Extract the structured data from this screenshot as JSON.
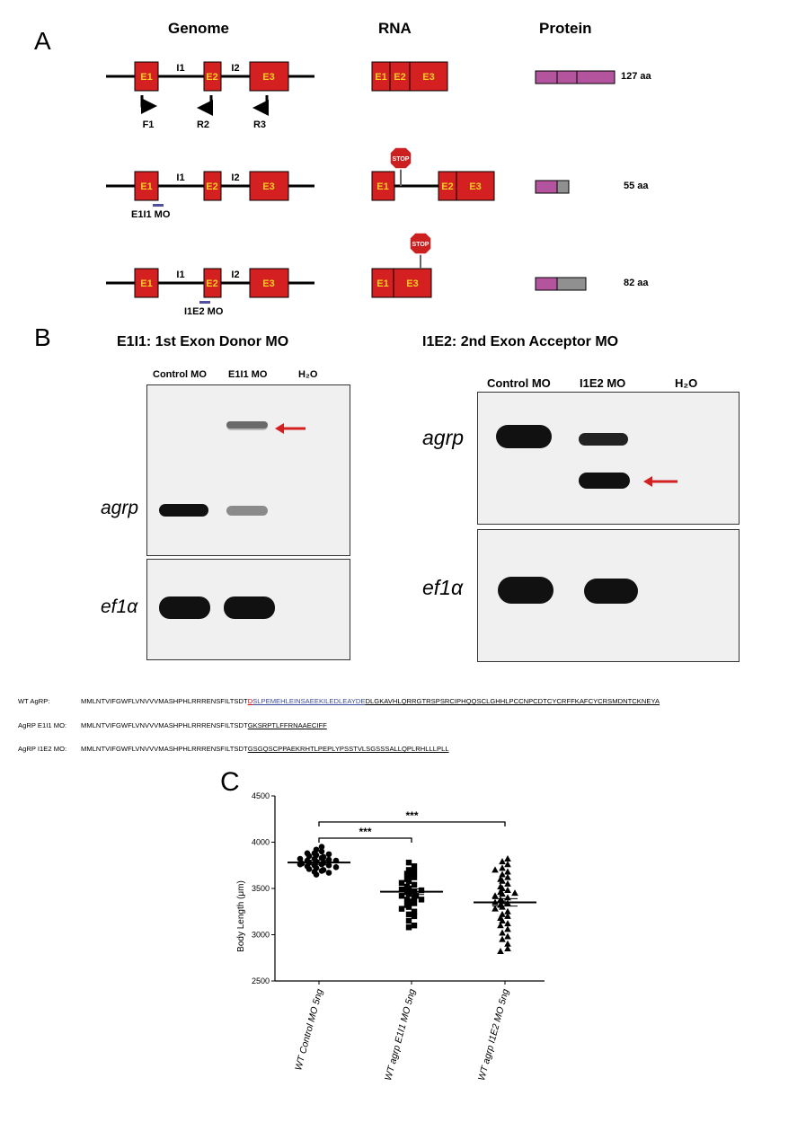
{
  "panel_a": {
    "letter": "A",
    "headings": {
      "genome": "Genome",
      "rna": "RNA",
      "protein": "Protein"
    },
    "exons": {
      "e1": "E1",
      "e2": "E2",
      "e3": "E3"
    },
    "introns": {
      "i1": "I1",
      "i2": "I2"
    },
    "primers": {
      "f1": "F1",
      "r2": "R2",
      "r3": "R3"
    },
    "stop_text": "STOP",
    "rows": [
      {
        "mo_label": "",
        "protein_length": "127 aa"
      },
      {
        "mo_label": "E1I1 MO",
        "protein_length": "55 aa"
      },
      {
        "mo_label": "I1E2 MO",
        "protein_length": "82 aa"
      }
    ],
    "colors": {
      "exon": "#d42020",
      "exon_text": "#f5d020",
      "protein": "#b5549e",
      "protein_frame": "#909090",
      "mo_bar": "#5050a0"
    }
  },
  "panel_b": {
    "letter": "B",
    "left": {
      "title": "E1I1: 1st Exon Donor MO",
      "lanes": [
        "Control MO",
        "E1I1 MO",
        "H₂O"
      ],
      "genes": [
        "agrp",
        "ef1α"
      ]
    },
    "right": {
      "title": "I1E2: 2nd Exon Acceptor MO",
      "lanes": [
        "Control MO",
        "I1E2 MO",
        "H₂O"
      ],
      "genes": [
        "agrp",
        "ef1α"
      ]
    },
    "arrow_color": "#d42020"
  },
  "sequences": {
    "wt": {
      "label": "WT AgRP:",
      "prefix": "MMLNTVIFGWFLVNVVVMASHPHLRRRENSFILTSDT",
      "red": "D",
      "blue": "SLPEMEHLEINSAEEKILEDLEAYDE",
      "rest": "DLGKAVHLQRRGTRSPSRCIPHQQSCLGHHLPCCNPCDTCYCRFFKAFCYCRSMDNTCKNEYA"
    },
    "e1i1": {
      "label": "AgRP E1I1 MO:",
      "prefix": "MMLNTVIFGWFLVNVVVMASHPHLRRRENSFILTSDT",
      "rest": "GKSRPTLFFRNAAECIFF"
    },
    "i1e2": {
      "label": "AgRP I1E2 MO:",
      "prefix": "MMLNTVIFGWFLVNVVVMASHPHLRRRENSFILTSDT",
      "rest": "GSGQSCPPAEKRHTLPEPLYPSSTVLSGSSSALLQPLRHLLLPLL"
    }
  },
  "panel_c": {
    "letter": "C"
  },
  "chart_data": {
    "type": "scatter",
    "ylabel": "Body Length (μm)",
    "ylim": [
      2500,
      4500
    ],
    "yticks": [
      2500,
      3000,
      3500,
      4000,
      4500
    ],
    "categories": [
      "WT Control MO 5ng",
      "WT agrp E1I1 MO 5ng",
      "WT agrp I1E2 MO 5ng"
    ],
    "means": [
      3780,
      3465,
      3350
    ],
    "sem": [
      25,
      30,
      40
    ],
    "markers": [
      "circle",
      "square",
      "triangle"
    ],
    "significance": [
      {
        "from": 0,
        "to": 1,
        "label": "***"
      },
      {
        "from": 0,
        "to": 2,
        "label": "***"
      }
    ],
    "series": [
      {
        "values": [
          3950,
          3920,
          3900,
          3880,
          3870,
          3860,
          3850,
          3840,
          3830,
          3820,
          3810,
          3800,
          3800,
          3790,
          3780,
          3780,
          3770,
          3760,
          3750,
          3750,
          3740,
          3730,
          3720,
          3710,
          3700,
          3690,
          3680,
          3670,
          3650,
          3880,
          3820,
          3760
        ]
      },
      {
        "values": [
          3780,
          3740,
          3700,
          3680,
          3660,
          3640,
          3620,
          3600,
          3580,
          3560,
          3540,
          3520,
          3500,
          3490,
          3470,
          3460,
          3440,
          3420,
          3400,
          3380,
          3360,
          3340,
          3320,
          3300,
          3280,
          3250,
          3220,
          3200,
          3150,
          3100,
          3080,
          3480,
          3420,
          3380
        ]
      },
      {
        "values": [
          3820,
          3790,
          3760,
          3720,
          3700,
          3680,
          3650,
          3620,
          3600,
          3580,
          3550,
          3520,
          3500,
          3480,
          3460,
          3440,
          3420,
          3400,
          3380,
          3360,
          3340,
          3320,
          3300,
          3280,
          3250,
          3220,
          3200,
          3180,
          3150,
          3120,
          3100,
          3060,
          3020,
          2980,
          2950,
          2900,
          2850,
          2820,
          3450,
          3350
        ]
      }
    ]
  }
}
